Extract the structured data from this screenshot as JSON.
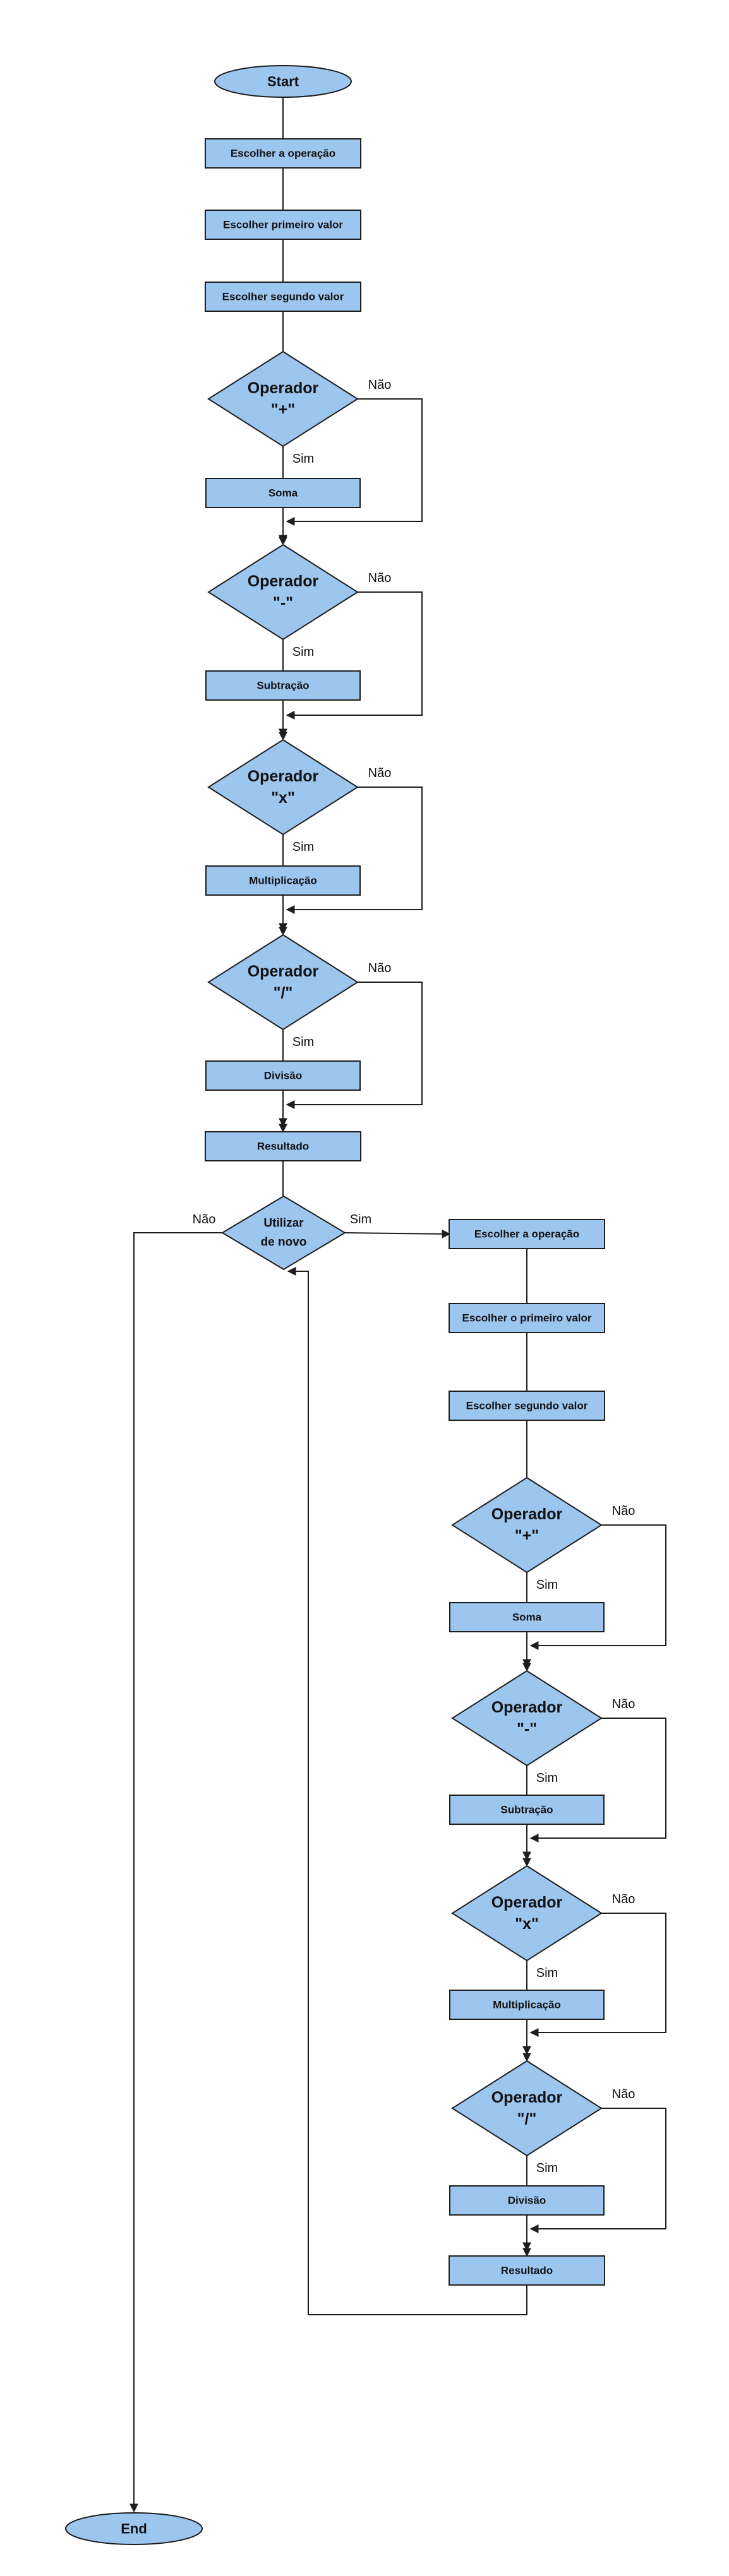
{
  "diagram": {
    "terminators": {
      "start": "Start",
      "end": "End"
    },
    "flow_main": {
      "choose_operation": "Escolher a operação",
      "first_value": "Escolher primeiro valor",
      "second_value": "Escolher segundo valor",
      "op_add": [
        "Operador",
        "\"+\""
      ],
      "op_sub": [
        "Operador",
        "\"-\""
      ],
      "op_mul": [
        "Operador",
        "\"x\""
      ],
      "op_div": [
        "Operador",
        "\"/\""
      ],
      "add": "Soma",
      "sub": "Subtração",
      "mul": "Multiplicação",
      "div": "Divisão",
      "result": "Resultado"
    },
    "reuse_decision": [
      "Utilizar",
      "de novo"
    ],
    "flow_repeat": {
      "choose_operation": "Escolher a operação",
      "first_value": "Escolher o primeiro valor",
      "second_value": "Escolher segundo valor",
      "op_add": [
        "Operador",
        "\"+\""
      ],
      "op_sub": [
        "Operador",
        "\"-\""
      ],
      "op_mul": [
        "Operador",
        "\"x\""
      ],
      "op_div": [
        "Operador",
        "\"/\""
      ],
      "add": "Soma",
      "sub": "Subtração",
      "mul": "Multiplicação",
      "div": "Divisão",
      "result": "Resultado"
    },
    "edge_labels": {
      "yes": "Sim",
      "no": "Não"
    },
    "colors": {
      "node_fill": "#9dc6ef",
      "stroke": "#1d1d1d",
      "background": "#ffffff"
    }
  }
}
